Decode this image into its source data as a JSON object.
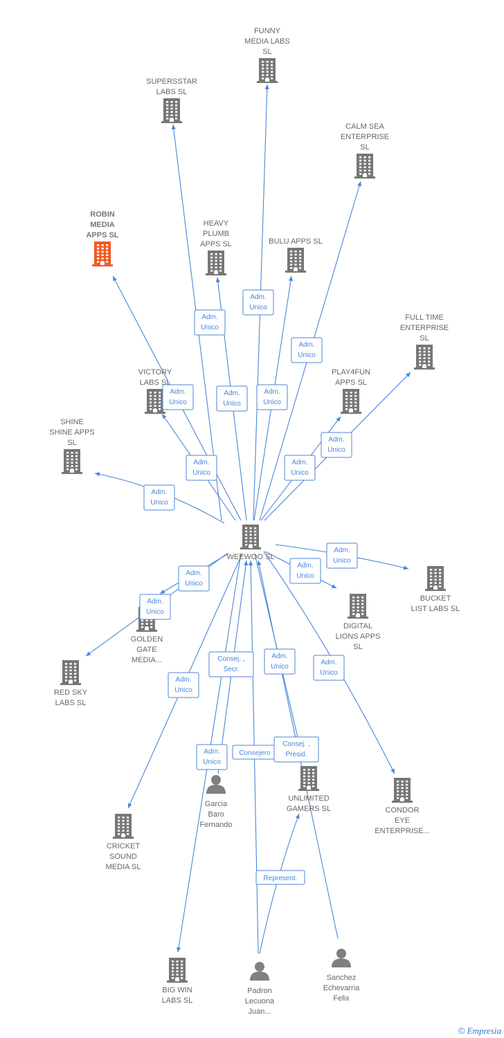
{
  "colors": {
    "edge": "#4a86d8",
    "company": "#777777",
    "highlight": "#f15a24",
    "person": "#808080"
  },
  "nodes": [
    {
      "id": "funny",
      "kind": "company",
      "label": [
        "FUNNY",
        "MEDIA LABS",
        "SL"
      ]
    },
    {
      "id": "supersstar",
      "kind": "company",
      "label": [
        "SUPERSSTAR",
        "LABS  SL"
      ]
    },
    {
      "id": "calmsea",
      "kind": "company",
      "label": [
        "CALM SEA",
        "ENTERPRISE",
        "SL"
      ]
    },
    {
      "id": "robin",
      "kind": "company",
      "highlight": true,
      "label": [
        "ROBIN",
        "MEDIA",
        "APPS  SL"
      ]
    },
    {
      "id": "heavy",
      "kind": "company",
      "label": [
        "HEAVY",
        "PLUMB",
        "APPS  SL"
      ]
    },
    {
      "id": "bulu",
      "kind": "company",
      "label": [
        "BULU APPS  SL"
      ]
    },
    {
      "id": "fulltime",
      "kind": "company",
      "label": [
        "FULL TIME",
        "ENTERPRISE",
        "SL"
      ]
    },
    {
      "id": "victory",
      "kind": "company",
      "label": [
        "VICTORY",
        "LABS  SL"
      ]
    },
    {
      "id": "play4fun",
      "kind": "company",
      "label": [
        "PLAY4FUN",
        "APPS  SL"
      ]
    },
    {
      "id": "shine",
      "kind": "company",
      "label": [
        "SHINE",
        "SHINE APPS",
        "SL"
      ]
    },
    {
      "id": "weewoo",
      "kind": "company",
      "label": [
        "WEEWOO  SL"
      ]
    },
    {
      "id": "bucket",
      "kind": "company",
      "label": [
        "BUCKET",
        "LIST LABS  SL"
      ]
    },
    {
      "id": "digital",
      "kind": "company",
      "label": [
        "DIGITAL",
        "LIONS APPS",
        "SL"
      ]
    },
    {
      "id": "golden",
      "kind": "company",
      "label": [
        "GOLDEN",
        "GATE",
        "MEDIA..."
      ]
    },
    {
      "id": "redsky",
      "kind": "company",
      "label": [
        "RED SKY",
        "LABS  SL"
      ]
    },
    {
      "id": "unlimited",
      "kind": "company",
      "label": [
        "UNLIMITED",
        "GAMERS  SL"
      ]
    },
    {
      "id": "condor",
      "kind": "company",
      "label": [
        "CONDOR",
        "EYE",
        "ENTERPRISE..."
      ]
    },
    {
      "id": "cricket",
      "kind": "company",
      "label": [
        "CRICKET",
        "SOUND",
        "MEDIA  SL"
      ]
    },
    {
      "id": "garcia",
      "kind": "person",
      "label": [
        "Garcia",
        "Baro",
        "Fernando"
      ]
    },
    {
      "id": "bigwin",
      "kind": "company",
      "label": [
        "BIG WIN",
        "LABS  SL"
      ]
    },
    {
      "id": "padron",
      "kind": "person",
      "label": [
        "Padron",
        "Lecuona",
        "Juan..."
      ]
    },
    {
      "id": "sanchez",
      "kind": "person",
      "label": [
        "Sanchez",
        "Echevarria",
        "Felix"
      ]
    }
  ],
  "edges": [
    {
      "from": "weewoo",
      "to": "supersstar",
      "label": [
        "Adm.",
        "Unico"
      ]
    },
    {
      "from": "weewoo",
      "to": "funny",
      "label": [
        "Adm.",
        "Unico"
      ]
    },
    {
      "from": "weewoo",
      "to": "calmsea",
      "label": [
        "Adm.",
        "Unico"
      ]
    },
    {
      "from": "weewoo",
      "to": "robin",
      "label": [
        "Adm.",
        "Unico"
      ]
    },
    {
      "from": "weewoo",
      "to": "heavy",
      "label": [
        "Adm.",
        "Unico"
      ]
    },
    {
      "from": "weewoo",
      "to": "bulu",
      "label": [
        "Adm.",
        "Unico"
      ]
    },
    {
      "from": "weewoo",
      "to": "victory",
      "label": [
        "Adm.",
        "Unico"
      ]
    },
    {
      "from": "weewoo",
      "to": "play4fun",
      "label": [
        "Adm.",
        "Unico"
      ]
    },
    {
      "from": "weewoo",
      "to": "fulltime",
      "label": [
        "Adm.",
        "Unico"
      ]
    },
    {
      "from": "weewoo",
      "to": "shine",
      "label": [
        "Adm.",
        "Unico"
      ]
    },
    {
      "from": "weewoo",
      "to": "bucket",
      "label": [
        "Adm.",
        "Unico"
      ]
    },
    {
      "from": "weewoo",
      "to": "digital",
      "label": [
        "Adm.",
        "Unico"
      ]
    },
    {
      "from": "weewoo",
      "to": "golden",
      "label": [
        "Adm.",
        "Unico"
      ]
    },
    {
      "from": "weewoo",
      "to": "redsky",
      "label": [
        "Adm.",
        "Unico"
      ]
    },
    {
      "from": "weewoo",
      "to": "unlimited",
      "label": [
        "Adm.",
        "Unico"
      ]
    },
    {
      "from": "weewoo",
      "to": "condor",
      "label": [
        "Adm.",
        "Unico"
      ]
    },
    {
      "from": "weewoo",
      "to": "cricket",
      "label": [
        "Adm.",
        "Unico"
      ]
    },
    {
      "from": "weewoo",
      "to": "bigwin",
      "label": [
        "Adm.",
        "Unico"
      ]
    },
    {
      "from": "garcia",
      "to": "weewoo",
      "label": [
        "Consej. ,",
        "Secr."
      ]
    },
    {
      "from": "padron",
      "to": "weewoo",
      "label": [
        "Consejero"
      ]
    },
    {
      "from": "sanchez",
      "to": "weewoo",
      "label": [
        "Consej. ,",
        "Presid."
      ]
    },
    {
      "from": "padron",
      "to": "unlimited",
      "label": [
        "Represent."
      ]
    }
  ],
  "footer": {
    "copyright": "©",
    "brand": "Empresia"
  }
}
